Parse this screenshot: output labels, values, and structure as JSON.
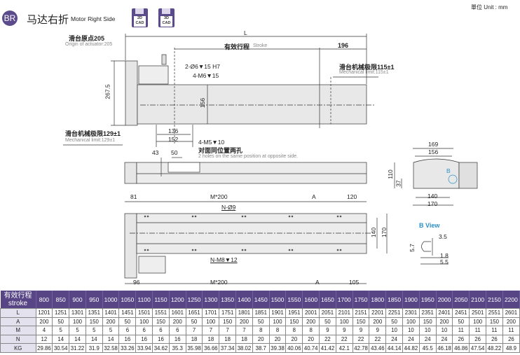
{
  "header": {
    "badge": "BR",
    "title_cn": "马达右折",
    "title_en": "Motor Right Side",
    "cad2d": [
      "2D",
      "CAD"
    ],
    "cad3d": [
      "3D",
      "CAD"
    ],
    "unit": "單位 Unit : mm"
  },
  "top_view": {
    "L": "L",
    "origin_cn": "滑台原点205",
    "origin_en": "Origin of actuator:205",
    "stroke_cn": "有效行程",
    "stroke_en": "Stroke",
    "d196": "196",
    "limit_right_cn": "滑台机械极限115±1",
    "limit_right_en": "Mechanical limit:115±1",
    "hole1": "2-Ø6▼15 H7",
    "hole2": "4-M6▼15",
    "h2675": "267.5",
    "h156": "156",
    "d136": "136",
    "d152": "152",
    "limit_left_cn": "滑台机械极限129±1",
    "limit_left_en": "Mechanical limit:129±1",
    "hole3": "4-M5▼10",
    "hole3_cn": "对面同位置两孔",
    "hole3_en": "2 holes on the same position at opposite side."
  },
  "side_view": {
    "d43": "43",
    "d50": "50"
  },
  "end_view": {
    "d169": "169",
    "d156": "156",
    "d110": "110",
    "d37": "37",
    "d140": "140",
    "d170": "170",
    "b": "B"
  },
  "b_view": {
    "title": "B View",
    "d35": "3.5",
    "d57": "5.7",
    "d18": "1.8",
    "d55": "5.5"
  },
  "bottom_view": {
    "d81": "81",
    "m200a": "M*200",
    "a1": "A",
    "d120": "120",
    "n9": "N-Ø9",
    "nm8": "N-M8▼12",
    "d96": "96",
    "m200b": "M*200",
    "a2": "A",
    "d105": "105",
    "d140": "140",
    "d170": "170"
  },
  "table": {
    "header_cn": "有效行程",
    "header_en": "stroke",
    "strokes": [
      "800",
      "850",
      "900",
      "950",
      "1000",
      "1050",
      "1100",
      "1150",
      "1200",
      "1250",
      "1300",
      "1350",
      "1400",
      "1450",
      "1500",
      "1550",
      "1600",
      "1650",
      "1700",
      "1750",
      "1800",
      "1850",
      "1900",
      "1950",
      "2000",
      "2050",
      "2100",
      "2150",
      "2200"
    ],
    "rows": [
      {
        "label": "L",
        "values": [
          "1201",
          "1251",
          "1301",
          "1351",
          "1401",
          "1451",
          "1501",
          "1551",
          "1601",
          "1651",
          "1701",
          "1751",
          "1801",
          "1851",
          "1901",
          "1951",
          "2001",
          "2051",
          "2101",
          "2151",
          "2201",
          "2251",
          "2301",
          "2351",
          "2401",
          "2451",
          "2501",
          "2551",
          "2601"
        ]
      },
      {
        "label": "A",
        "values": [
          "200",
          "50",
          "100",
          "150",
          "200",
          "50",
          "100",
          "150",
          "200",
          "50",
          "100",
          "150",
          "200",
          "50",
          "100",
          "150",
          "200",
          "50",
          "100",
          "150",
          "200",
          "50",
          "100",
          "150",
          "200",
          "50",
          "100",
          "150",
          "200"
        ]
      },
      {
        "label": "M",
        "values": [
          "4",
          "5",
          "5",
          "5",
          "5",
          "6",
          "6",
          "6",
          "6",
          "7",
          "7",
          "7",
          "7",
          "8",
          "8",
          "8",
          "8",
          "9",
          "9",
          "9",
          "9",
          "10",
          "10",
          "10",
          "10",
          "11",
          "11",
          "11",
          "11"
        ]
      },
      {
        "label": "N",
        "values": [
          "12",
          "14",
          "14",
          "14",
          "14",
          "16",
          "16",
          "16",
          "16",
          "18",
          "18",
          "18",
          "18",
          "20",
          "20",
          "20",
          "20",
          "22",
          "22",
          "22",
          "22",
          "24",
          "24",
          "24",
          "24",
          "26",
          "26",
          "26",
          "26"
        ]
      },
      {
        "label": "KG",
        "values": [
          "29.86",
          "30.54",
          "31.22",
          "31.9",
          "32.58",
          "33.26",
          "33.94",
          "34.62",
          "35.3",
          "35.98",
          "36.66",
          "37.34",
          "38.02",
          "38.7",
          "39.38",
          "40.06",
          "40.74",
          "41.42",
          "42.1",
          "42.78",
          "43.46",
          "44.14",
          "44.82",
          "45.5",
          "46.18",
          "46.86",
          "47.54",
          "48.22",
          "48.9"
        ]
      }
    ]
  }
}
